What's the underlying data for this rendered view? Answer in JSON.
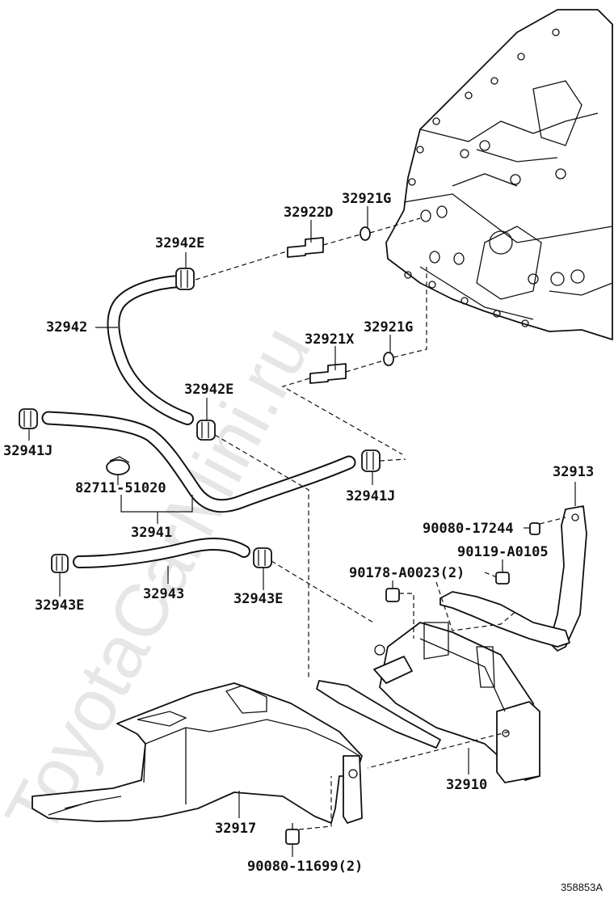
{
  "watermark": "ToyotaCarMini.ru",
  "diagram_code": "358853A",
  "labels": {
    "p32942E_top": "32942E",
    "p32922D": "32922D",
    "p32921G_top": "32921G",
    "p32942": "32942",
    "p32921X": "32921X",
    "p32921G_mid": "32921G",
    "p32942E_mid": "32942E",
    "p32941J_left": "32941J",
    "p32941J_right": "32941J",
    "p82711": "82711-51020",
    "p32941": "32941",
    "p32913": "32913",
    "p90080_17244": "90080-17244",
    "p90119": "90119-A0105",
    "p90178": "90178-A0023(2)",
    "p32943E_left": "32943E",
    "p32943": "32943",
    "p32943E_right": "32943E",
    "p32910": "32910",
    "p32917": "32917",
    "p90080_11699": "90080-11699(2)"
  },
  "icons": [
    "transmission-housing",
    "hose",
    "hose-clamp",
    "union-fitting",
    "o-ring",
    "oil-cooler",
    "bracket",
    "cooler-cover",
    "bolt"
  ]
}
